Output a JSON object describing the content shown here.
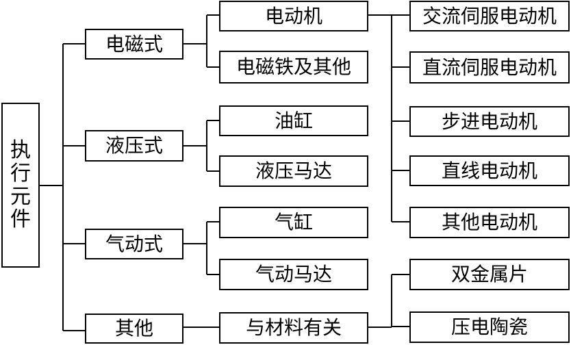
{
  "root": {
    "label": "执行元件",
    "chars": [
      "执",
      "行",
      "元",
      "件"
    ]
  },
  "categories": [
    {
      "label": "电磁式"
    },
    {
      "label": "液压式"
    },
    {
      "label": "气动式"
    },
    {
      "label": "其他"
    }
  ],
  "subtypes": [
    {
      "label": "电动机"
    },
    {
      "label": "电磁铁及其他"
    },
    {
      "label": "油缸"
    },
    {
      "label": "液压马达"
    },
    {
      "label": "气缸"
    },
    {
      "label": "气动马达"
    },
    {
      "label": "与材料有关"
    }
  ],
  "motor_types": [
    {
      "label": "交流伺服电动机"
    },
    {
      "label": "直流伺服电动机"
    },
    {
      "label": "步进电动机"
    },
    {
      "label": "直线电动机"
    },
    {
      "label": "其他电动机"
    }
  ],
  "material_types": [
    {
      "label": "双金属片"
    },
    {
      "label": "压电陶瓷"
    }
  ]
}
